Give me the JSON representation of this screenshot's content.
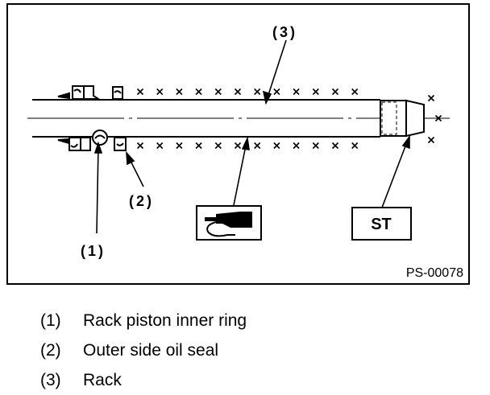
{
  "figure": {
    "callout_1": "(1)",
    "callout_2": "(2)",
    "callout_3": "(3)",
    "st_label": "ST",
    "figure_id": "PS-00078",
    "grease_icon": "grease-gun-icon"
  },
  "legend": [
    {
      "num": "(1)",
      "text": "Rack piston inner ring"
    },
    {
      "num": "(2)",
      "text": "Outer side oil seal"
    },
    {
      "num": "(3)",
      "text": "Rack"
    }
  ]
}
